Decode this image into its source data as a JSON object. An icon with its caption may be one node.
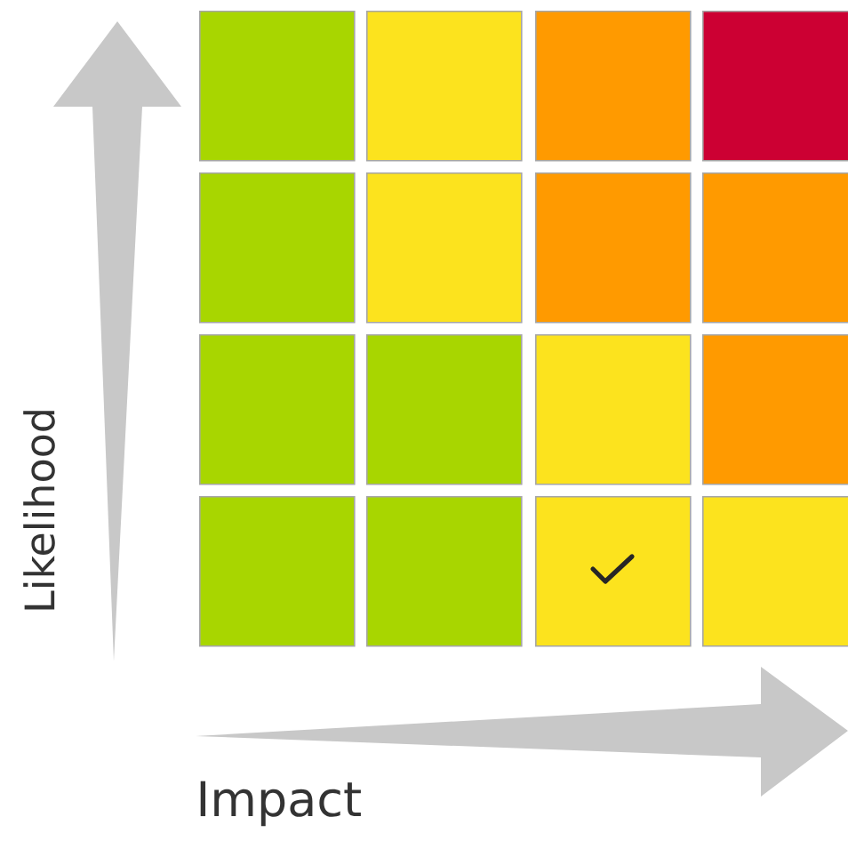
{
  "diagram": {
    "nodes": [
      {
        "text": [],
        "shape": "box"
      },
      {
        "text": [],
        "shape": "box"
      },
      {
        "text": [],
        "shape": "box"
      },
      {
        "text": [],
        "shape": "box"
      },
      {
        "text": [],
        "shape": "box"
      },
      {
        "text": [],
        "shape": "box"
      },
      {
        "text": [],
        "shape": "box"
      },
      {
        "text": [],
        "shape": "box"
      },
      {
        "text": [],
        "shape": "box"
      },
      {
        "text": [],
        "shape": "box"
      },
      {
        "text": [],
        "shape": "box"
      },
      {
        "text": [],
        "shape": "box"
      },
      {
        "text": [],
        "shape": "box"
      },
      {
        "text": [],
        "shape": "box"
      },
      {
        "text": [],
        "shape": "box"
      },
      {
        "text": [],
        "shape": "box"
      }
    ],
    "labels": [
      "Likelihood",
      "Impact"
    ]
  }
}
